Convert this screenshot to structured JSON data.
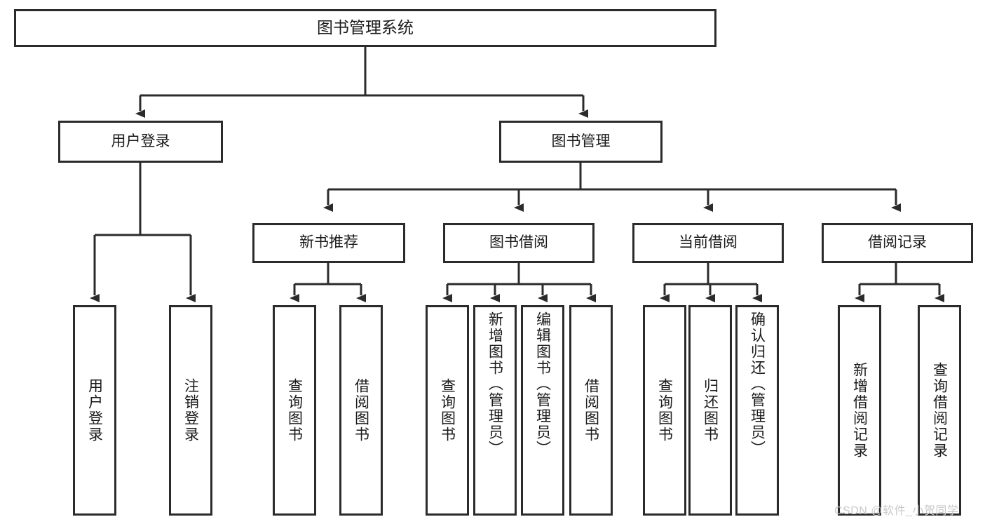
{
  "diagram": {
    "title_text": "图书管理系统",
    "type": "tree-hierarchy-diagram",
    "watermark": "CSDN @软件_小贺同学",
    "colors": {
      "stroke": "#2b2b2b",
      "box_fill": "#ffffff",
      "text": "#1a1a1a",
      "watermark": "#c9c9c9",
      "background": "#ffffff"
    },
    "root": {
      "label": "图书管理系统"
    },
    "level2": [
      {
        "key": "user_login",
        "label": "用户登录"
      },
      {
        "key": "book_manage",
        "label": "图书管理"
      }
    ],
    "level3": [
      {
        "key": "new_book_rec",
        "label": "新书推荐"
      },
      {
        "key": "book_borrow",
        "label": "图书借阅"
      },
      {
        "key": "current_borrow",
        "label": "当前借阅"
      },
      {
        "key": "borrow_record",
        "label": "借阅记录"
      }
    ],
    "leaves": {
      "user_login": [
        {
          "label": "用户登录"
        },
        {
          "label": "注销登录"
        }
      ],
      "new_book_rec": [
        {
          "label": "查询图书"
        },
        {
          "label": "借阅图书"
        }
      ],
      "book_borrow": [
        {
          "label": "查询图书"
        },
        {
          "label": "新增图书（管理员）"
        },
        {
          "label": "编辑图书（管理员）"
        },
        {
          "label": "借阅图书"
        }
      ],
      "current_borrow": [
        {
          "label": "查询图书"
        },
        {
          "label": "归还图书"
        },
        {
          "label": "确认归还（管理员）"
        }
      ],
      "borrow_record": [
        {
          "label": "新增借阅记录"
        },
        {
          "label": "查询借阅记录"
        }
      ]
    }
  }
}
